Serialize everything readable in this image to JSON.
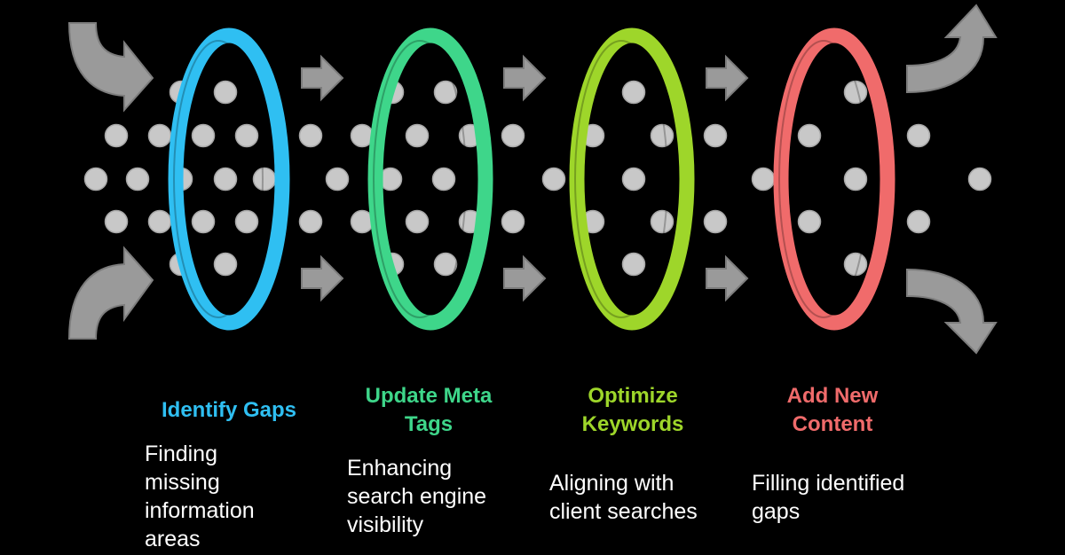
{
  "colors": {
    "background": "#000000",
    "arrow": "#9a9a9a",
    "arrow_stroke": "#7d7d7d",
    "dot": "#c8c8c8",
    "dot_stroke": "#a8a8a8"
  },
  "icons": {
    "curved_in_top": "curved-arrow-in-top-icon",
    "curved_in_bottom": "curved-arrow-in-bottom-icon",
    "straight": "right-arrow-icon",
    "curved_out_top": "curved-arrow-out-up-icon",
    "curved_out_bottom": "curved-arrow-out-down-icon"
  },
  "stages": [
    {
      "title": "Identify Gaps",
      "color": "#2fbff2",
      "desc": [
        "Finding",
        "missing",
        "information",
        "areas"
      ]
    },
    {
      "title": "Update Meta",
      "title2": "Tags",
      "color": "#3ed68a",
      "desc": [
        "Enhancing",
        "search engine",
        "visibility"
      ]
    },
    {
      "title": "Optimize",
      "title2": "Keywords",
      "color": "#9ed62a",
      "desc": [
        "Aligning with",
        "client searches"
      ]
    },
    {
      "title": "Add New",
      "title2": "Content",
      "color": "#f06b6b",
      "desc": [
        "Filling identified",
        "gaps"
      ]
    }
  ]
}
